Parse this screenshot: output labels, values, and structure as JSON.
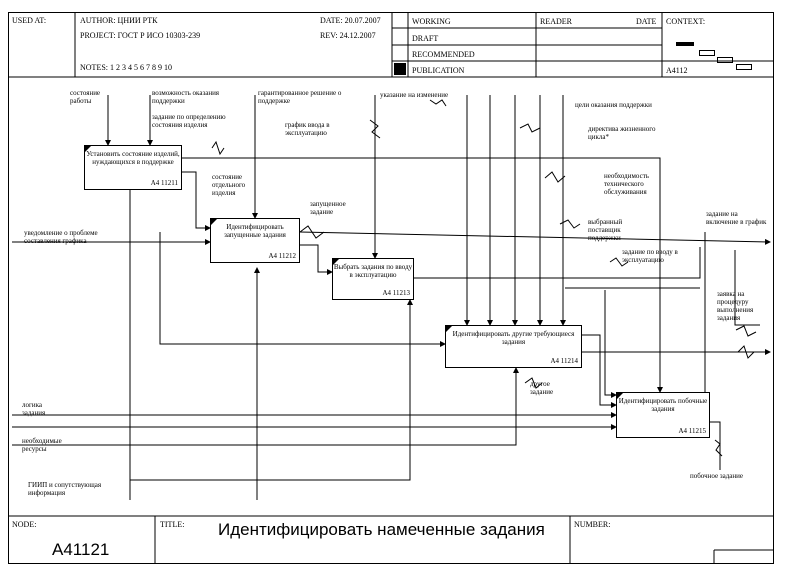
{
  "header": {
    "used_at": "USED AT:",
    "author": "AUTHOR: ЦНИИ РТК",
    "project": "PROJECT: ГОСТ Р ИСО 10303-239",
    "notes": "NOTES: 1 2 3 4 5 6 7 8 9 10",
    "date": "DATE: 20.07.2007",
    "rev": "REV: 24.12.2007",
    "status": [
      "WORKING",
      "DRAFT",
      "RECOMMENDED",
      "PUBLICATION"
    ],
    "reader": "READER",
    "reader_date": "DATE",
    "context": "CONTEXT:",
    "context_node": "A4112"
  },
  "boxes": [
    {
      "title": "Установить состояние изделий, нуждающихся в поддержке",
      "number": "A4 11211"
    },
    {
      "title": "Идентифицировать запущенные задания",
      "number": "A4 11212"
    },
    {
      "title": "Выбрать задания по вводу в эксплуатацию",
      "number": "A4 11213"
    },
    {
      "title": "Идентифицировать другие требующиеся задания",
      "number": "A4 11214"
    },
    {
      "title": "Идентифицировать побочные задания",
      "number": "A4 11215"
    }
  ],
  "labels": {
    "sostoyanie_raboty": "состояние работы",
    "vozmozhnost": "возможность оказания поддержки",
    "garantirovannoe": "гарантированное решение о поддержке",
    "ukazanie": "указание на изменение",
    "celi": "цели оказания поддержки",
    "zadanie_opredeleniyu": "задание по определению состояния изделия",
    "grafik_vvoda": "график ввода в эксплуатацию",
    "direktiva": "директива жизненного цикла*",
    "neobhodimost": "необходимость технического обслуживания",
    "sostoyanie_otdelnogo": "состояние отдельного изделия",
    "zapushchennoe": "запущенное задание",
    "uvedomlenie": "уведомление о проблеме составления графика",
    "vybrannyi": "выбранный поставщик поддержки",
    "zadanie_vvodu": "задание по вводу в эксплуатацию",
    "zadanie_vklyuchenie": "задание на включение в график",
    "zayavka": "заявка на процедуру выполнения задания",
    "logika": "логика задания",
    "drugoe": "другое задание",
    "resursy": "необходимые ресурсы",
    "pobochnoe": "побочное задание",
    "gip": "ГИИП и сопутствующая информация"
  },
  "footer": {
    "node_label": "NODE:",
    "node": "A41121",
    "title_label": "TITLE:",
    "title": "Идентифицировать намеченные задания",
    "number_label": "NUMBER:"
  }
}
